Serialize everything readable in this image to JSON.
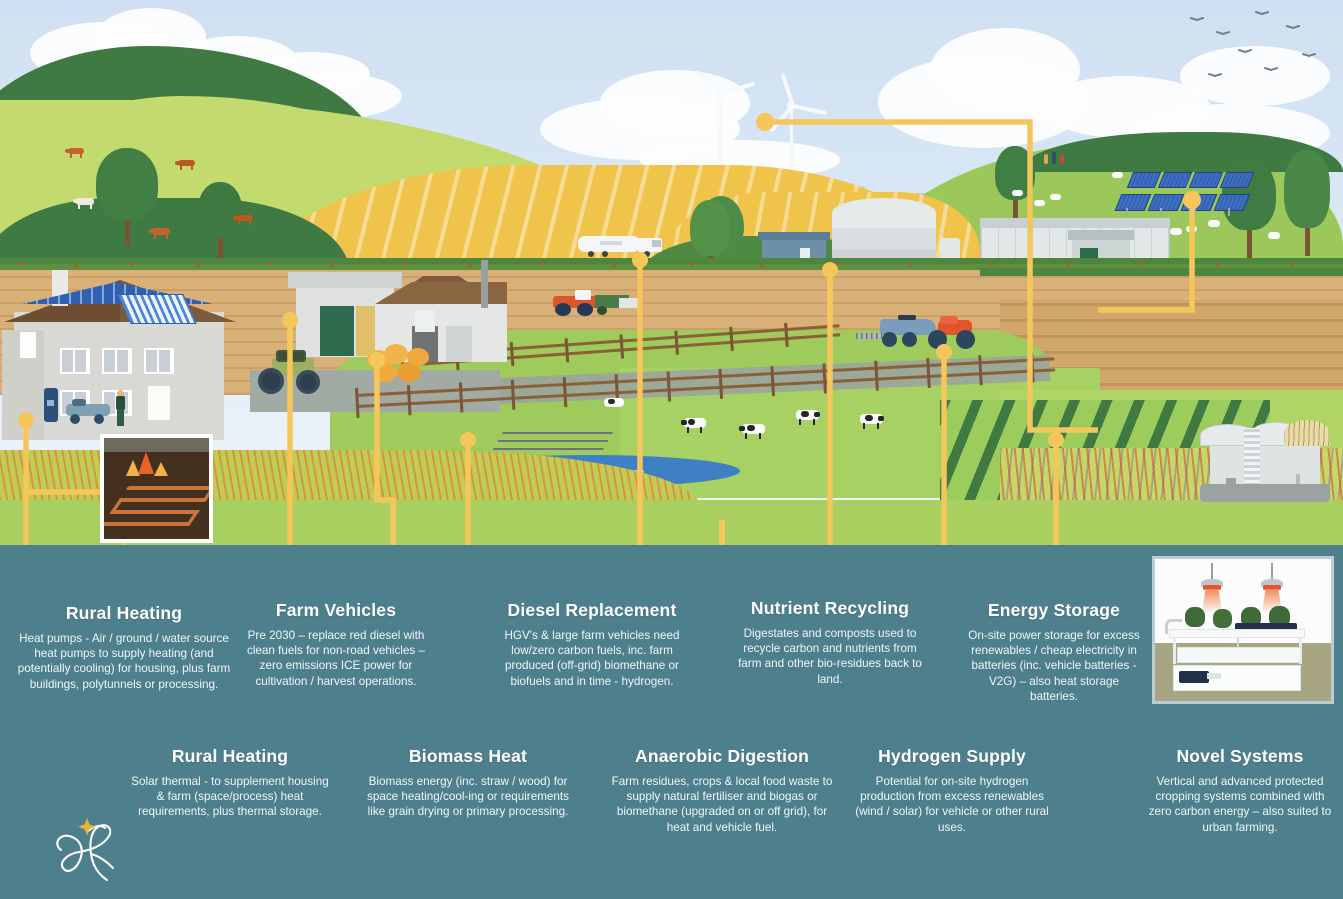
{
  "illustration": {
    "alt": "Net zero farm landscape illustration",
    "scene_elements": [
      "rolling-green-hills",
      "grazing-cattle",
      "sheep",
      "wind-turbines",
      "electricity-pylons",
      "farmhouse-with-solar-pv",
      "solar-thermal-collector",
      "barn",
      "hay-bales",
      "tractor",
      "milk-tanker",
      "telehandler",
      "anaerobic-digester-tank",
      "ground-source-heat-pump-inset",
      "solar-farm",
      "polytunnels",
      "greenhouse",
      "vertical-farming-unit",
      "wildflower-margin",
      "pond"
    ],
    "colors": {
      "sky": "#d7e6f4",
      "panel_teal": "#4e7f8d",
      "connector_yellow": "#f5c75b",
      "grass_light": "#c2d86f",
      "grass_mid": "#a9cf5e",
      "hill_dark_green": "#3f7a43",
      "wheat_field": "#f0c44a",
      "soil_field": "#d9b078",
      "heading_white": "#ffffff",
      "body_text": "#f2f7f8"
    }
  },
  "cards": [
    {
      "id": "rural-heating-heatpumps",
      "title": "Rural Heating",
      "body": "Heat pumps - Air / ground / water source heat pumps to supply heating (and potentially cooling) for housing, plus farm buildings, polytunnels or processing."
    },
    {
      "id": "farm-vehicles",
      "title": "Farm Vehicles",
      "body": "Pre 2030 – replace red diesel with clean fuels for non-road vehicles – zero emissions ICE power for cultivation / harvest operations."
    },
    {
      "id": "diesel-replacement",
      "title": "Diesel Replacement",
      "body": "HGV's & large farm vehicles need low/zero carbon fuels, inc. farm produced (off-grid) biomethane or biofuels and in time - hydrogen."
    },
    {
      "id": "nutrient-recycling",
      "title": "Nutrient Recycling",
      "body": "Digestates and composts used to recycle carbon and nutrients from farm and other bio-residues back to land."
    },
    {
      "id": "energy-storage",
      "title": "Energy Storage",
      "body": "On-site power storage for excess renewables / cheap electricity in batteries (inc. vehicle batteries - V2G) – also heat storage batteries."
    },
    {
      "id": "rural-heating-solar-thermal",
      "title": "Rural Heating",
      "body": "Solar thermal - to supplement housing & farm (space/process) heat requirements, plus thermal storage."
    },
    {
      "id": "biomass-heat",
      "title": "Biomass Heat",
      "body": "Biomass energy (inc. straw / wood) for space heating/cool-ing or requirements like grain drying or primary  processing."
    },
    {
      "id": "anaerobic-digestion",
      "title": "Anaerobic Digestion",
      "body": "Farm residues, crops & local food waste to supply natural fertiliser and biogas or biomethane (upgraded on or off grid), for heat and vehicle fuel."
    },
    {
      "id": "hydrogen-supply",
      "title": "Hydrogen Supply",
      "body": "Potential for on-site hydrogen production from excess renewables (wind / solar) for vehicle or other rural uses."
    },
    {
      "id": "novel-systems",
      "title": "Novel Systems",
      "body": "Vertical and advanced protected cropping systems combined with zero carbon energy – also suited to urban farming."
    }
  ],
  "logo": {
    "name": "script-monogram-logo"
  }
}
